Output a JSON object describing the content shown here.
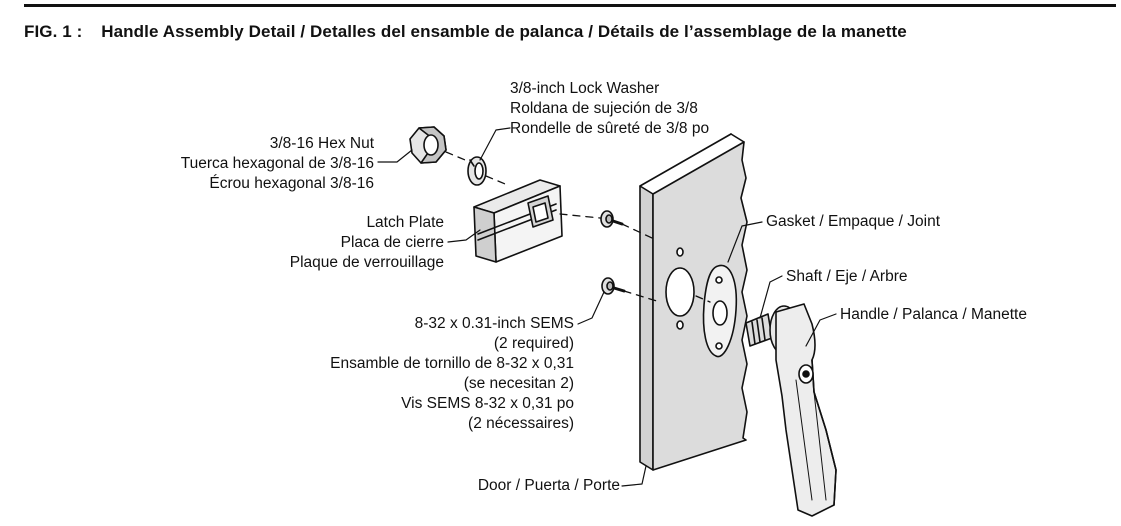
{
  "figure": {
    "number": "FIG. 1 :",
    "title": "Handle Assembly Detail / Detalles del ensamble de palanca / Détails de l’assemblage de la manette"
  },
  "labels": {
    "hex_nut": [
      "3/8-16 Hex Nut",
      "Tuerca hexagonal de 3/8-16",
      "Écrou hexagonal 3/8-16"
    ],
    "lock_washer": [
      "3/8-inch Lock Washer",
      "Roldana de sujeción de 3/8",
      "Rondelle de sûreté de 3/8 po"
    ],
    "latch_plate": [
      "Latch Plate",
      "Placa de cierre",
      "Plaque de verrouillage"
    ],
    "gasket": "Gasket / Empaque / Joint",
    "shaft": "Shaft / Eje / Arbre",
    "handle": "Handle / Palanca / Manette",
    "sems": [
      "8-32 x 0.31-inch SEMS",
      "(2 required)",
      "Ensamble de tornillo de 8-32 x 0,31",
      "(se necesitan 2)",
      "Vis SEMS 8-32 x 0,31 po",
      "(2 nécessaires)"
    ],
    "door": "Door / Puerta / Porte"
  }
}
